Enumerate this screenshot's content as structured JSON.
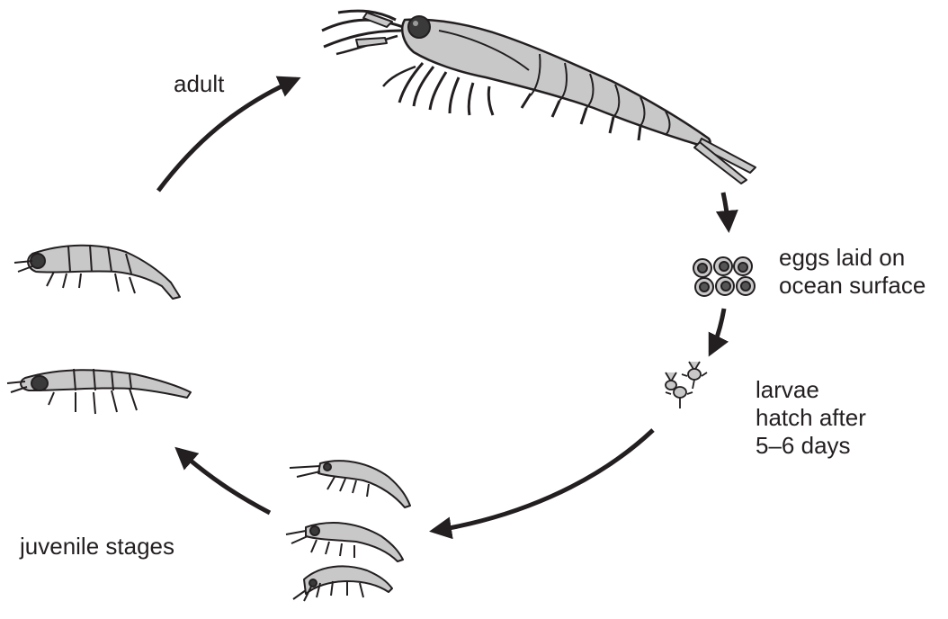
{
  "labels": {
    "adult": "adult",
    "eggs": [
      "eggs laid on",
      "ocean surface"
    ],
    "larvae": [
      "larvae",
      "hatch after",
      "5–6 days"
    ],
    "juvenile": "juvenile stages"
  },
  "colors": {
    "ink": "#231f20",
    "body_fill": "#c8c8c8",
    "egg_inner": "#555555",
    "eye": "#3a3a3a"
  },
  "icons": [
    "adult-krill-icon",
    "egg-cluster-icon",
    "larva-icon",
    "juvenile-krill-icon",
    "cycle-arrow-icon"
  ]
}
